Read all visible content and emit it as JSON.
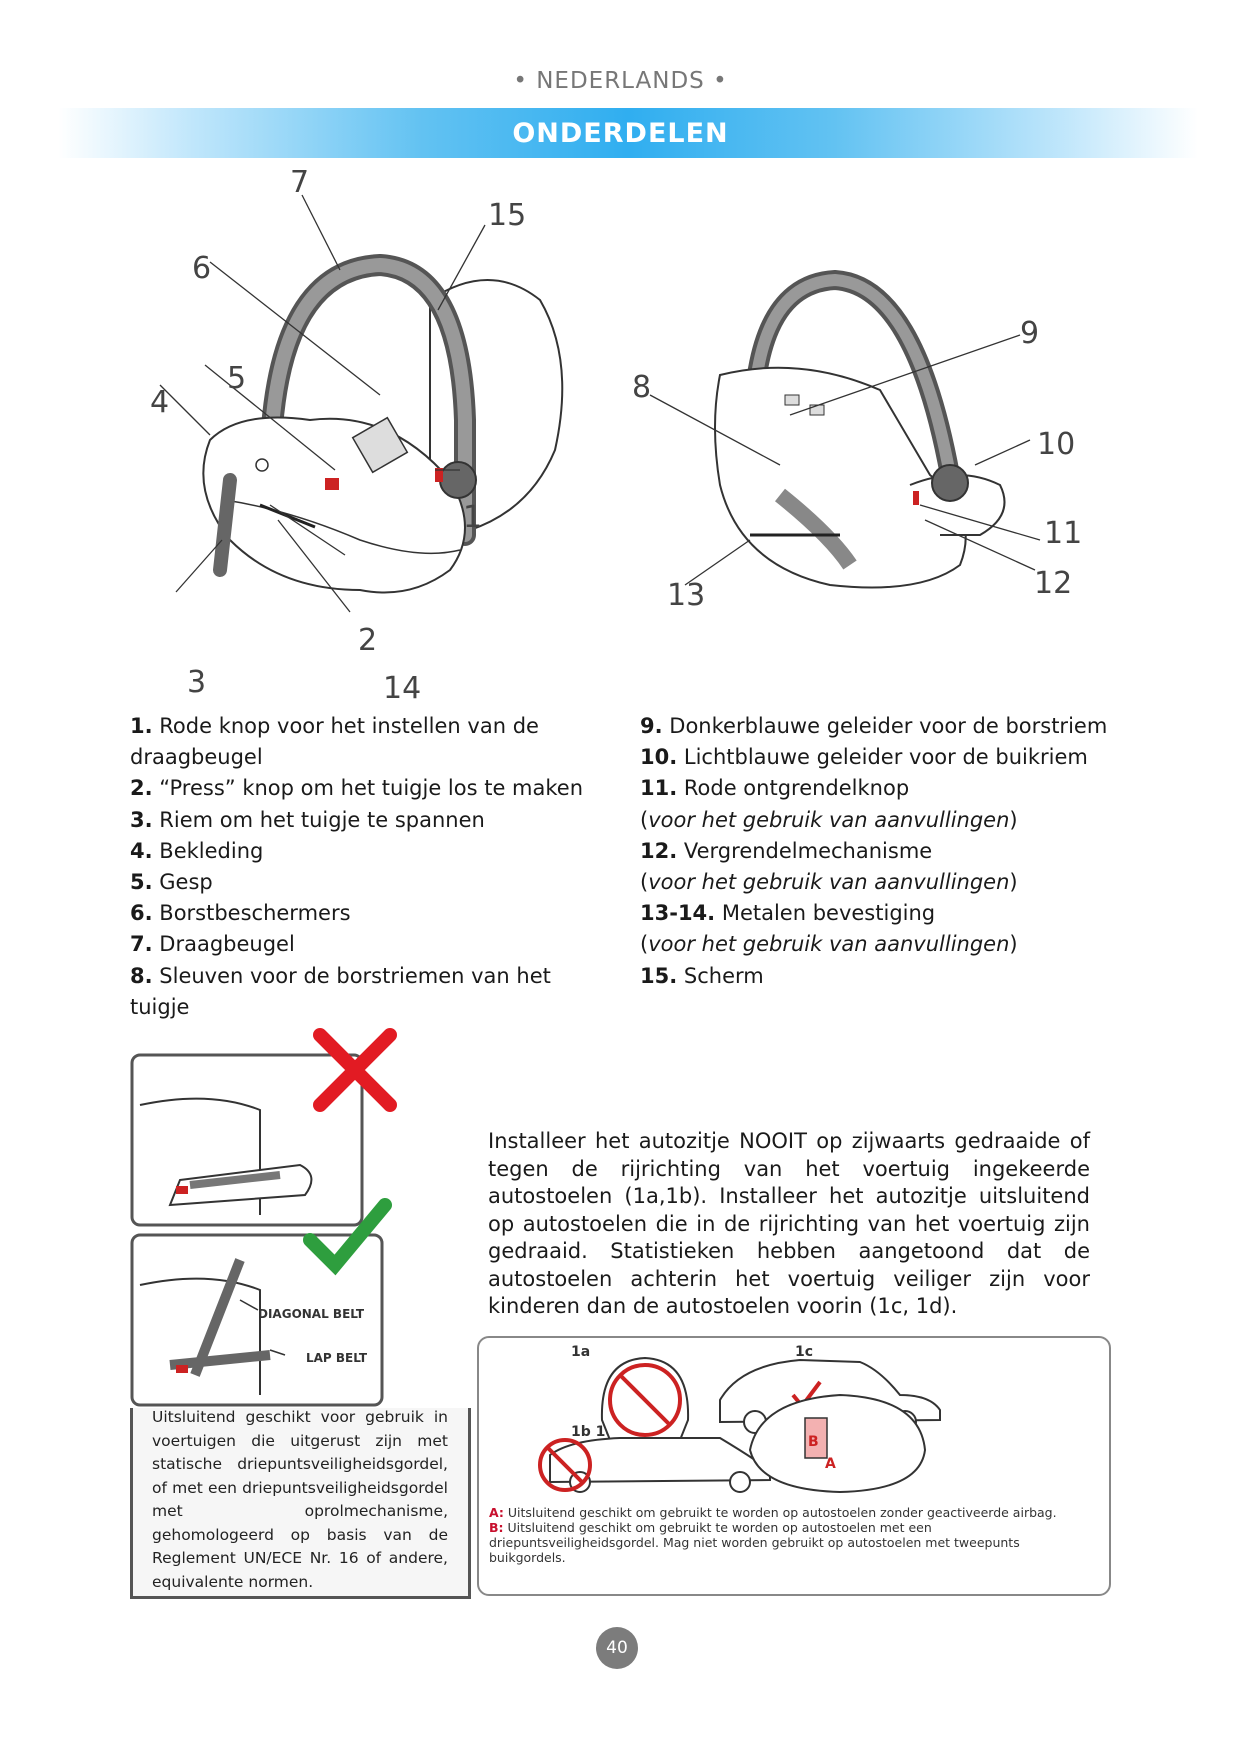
{
  "header": {
    "language": "• NEDERLANDS •",
    "section_title": "ONDERDELEN"
  },
  "diagram": {
    "left_callouts": [
      "7",
      "15",
      "6",
      "5",
      "4",
      "1",
      "2",
      "3",
      "14"
    ],
    "right_callouts": [
      "9",
      "8",
      "10",
      "11",
      "12",
      "13"
    ]
  },
  "parts_left": [
    {
      "num": "1.",
      "text": "Rode knop voor het instellen van de",
      "cont": "draagbeugel"
    },
    {
      "num": "2.",
      "text": "“Press” knop om het tuigje los te maken"
    },
    {
      "num": "3.",
      "text": "Riem om het tuigje te spannen"
    },
    {
      "num": "4.",
      "text": "Bekleding"
    },
    {
      "num": "5.",
      "text": "Gesp"
    },
    {
      "num": "6.",
      "text": "Borstbeschermers"
    },
    {
      "num": "7.",
      "text": "Draagbeugel"
    },
    {
      "num": "8.",
      "text": "Sleuven voor de borstriemen van het",
      "cont": "tuigje"
    }
  ],
  "parts_right": [
    {
      "num": "9.",
      "text": "Donkerblauwe geleider voor de borstriem"
    },
    {
      "num": "10.",
      "text": "Lichtblauwe geleider voor de buikriem"
    },
    {
      "num": "11.",
      "text": "Rode ontgrendelknop",
      "sub": "voor het gebruik van aanvullingen"
    },
    {
      "num": "12.",
      "text": "Vergrendelmechanisme",
      "sub": "voor het gebruik van aanvullingen"
    },
    {
      "num": "13-14.",
      "text": "Metalen bevestiging",
      "sub": "voor het gebruik van aanvullingen"
    },
    {
      "num": "15.",
      "text": "Scherm"
    }
  ],
  "belt_figure": {
    "diagonal_label": "DIAGONAL BELT",
    "lap_label": "LAP BELT",
    "wrong_color": "#e21b23",
    "right_color": "#2e9e3e"
  },
  "compat_note": "Uitsluitend geschikt voor gebruik in voertuigen die uitgerust zijn met statische driepuntsveiligheidsgordel, of met een driepuntsveiligheidsgordel met oprolmechanisme, gehomologeerd op basis van de Reglement UN/ECE Nr. 16 of andere, equivalente normen.",
  "install_text": "Installeer het autozitje NOOIT op zijwaarts gedraaide of tegen de rijrichting van het voertuig ingekeerde autostoelen (1a,1b). Installeer het autozitje uitsluitend op autostoelen die in de rijrichting van het voertuig zijn gedraaid. Statistieken hebben aangetoond dat de autostoelen achterin het voertuig veiliger zijn voor kinderen dan de autostoelen voorin (1c, 1d).",
  "vehicle_panel": {
    "label_1a": "1a",
    "label_1c": "1c",
    "label_1b1d": "1b 1d",
    "mark_b": "B",
    "mark_a": "A",
    "note_a_key": "A:",
    "note_a": "Uitsluitend geschikt om gebruikt te worden op autostoelen zonder geactiveerde airbag.",
    "note_b_key": "B:",
    "note_b": "Uitsluitend geschikt om gebruikt te worden op autostoelen met een driepuntsveiligheidsgordel. Mag niet worden gebruikt op autostoelen met tweepunts buikgordels."
  },
  "page_number": "40"
}
